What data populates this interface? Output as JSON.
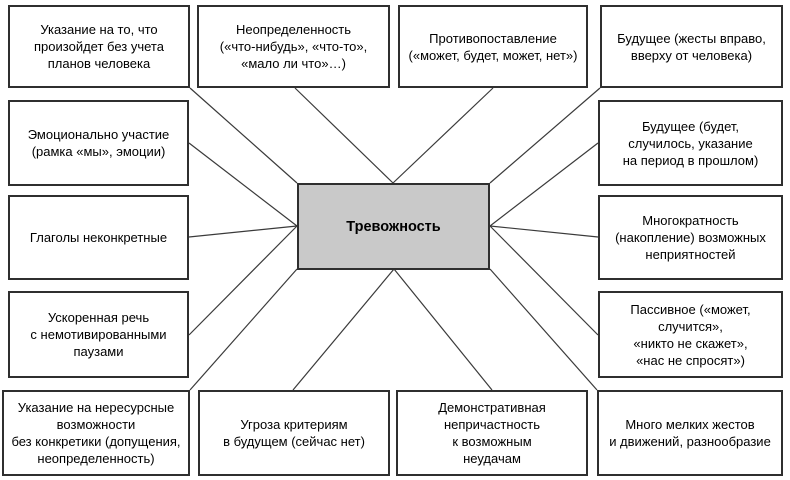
{
  "center": {
    "label": "Тревожность"
  },
  "nodes": {
    "top_1": {
      "label": "Указание на то, что\nпроизойдет без учета\nпланов человека"
    },
    "top_2": {
      "label": "Неопределенность\n(«что-нибудь», «что-то»,\n«мало ли что»…)"
    },
    "top_3": {
      "label": "Противопоставление\n(«может, будет, может, нет»)"
    },
    "top_4": {
      "label": "Будущее (жесты вправо,\nвверху от человека)"
    },
    "left_2": {
      "label": "Эмоционально участие\n(рамка «мы», эмоции)"
    },
    "left_3": {
      "label": "Глаголы неконкретные"
    },
    "left_4": {
      "label": "Ускоренная речь\nс немотивированными\nпаузами"
    },
    "right_2": {
      "label": "Будущее (будет,\nслучилось, указание\nна период в прошлом)"
    },
    "right_3": {
      "label": "Многократность\n(накопление) возможных\nнеприятностей"
    },
    "right_4": {
      "label": "Пассивное («может,\nслучится»,\n«никто не скажет»,\n«нас не спросят»)"
    },
    "bottom_1": {
      "label": "Указание на нересурсные\nвозможности\nбез конкретики (допущения,\nнеопределенность)"
    },
    "bottom_2": {
      "label": "Угроза критериям\nв будущем (сейчас нет)"
    },
    "bottom_3": {
      "label": "Демонстративная\nнепричастность\nк возможным\nнеудачам"
    },
    "bottom_4": {
      "label": "Много мелких жестов\nи движений, разнообразие"
    }
  },
  "colors": {
    "background": "#ffffff",
    "box_fill": "#ffffff",
    "center_fill": "#c9c9c9",
    "border": "#2f2f2f",
    "connector_line": "#3a3a3a",
    "text": "#000000"
  }
}
